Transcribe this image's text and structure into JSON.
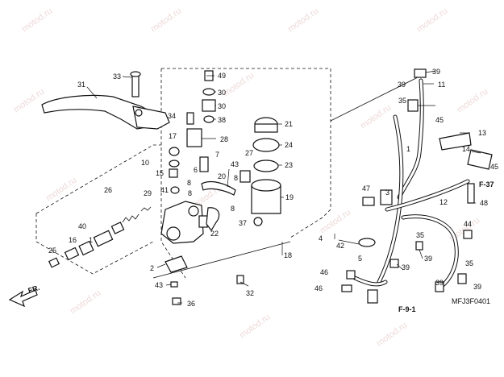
{
  "watermark": "motod.ru",
  "diagram_code": "MFJ3F0401",
  "direction_label": "FR.",
  "ref_codes": {
    "f37": "F-37",
    "f91": "F-9-1"
  },
  "callouts": {
    "c1": "1",
    "c2": "2",
    "c3": "3",
    "c4": "4",
    "c5": "5",
    "c6": "6",
    "c7": "7",
    "c8a": "8",
    "c8b": "8",
    "c10": "10",
    "c11": "11",
    "c12": "12",
    "c13": "13",
    "c14": "14",
    "c15": "15",
    "c16": "16",
    "c17": "17",
    "c18": "18",
    "c19": "19",
    "c20": "20",
    "c21": "21",
    "c22": "22",
    "c23": "23",
    "c24": "24",
    "c25": "25",
    "c26": "26",
    "c27": "27",
    "c28": "28",
    "c29": "29",
    "c30": "30",
    "c31": "31",
    "c32": "32",
    "c33": "33",
    "c34": "34",
    "c35a": "35",
    "c35b": "35",
    "c35c": "35",
    "c36": "36",
    "c37": "37",
    "c38": "38",
    "c39a": "39",
    "c39b": "39",
    "c39c": "39",
    "c39d": "39",
    "c39e": "39",
    "c40": "40",
    "c41": "41",
    "c42": "42",
    "c43a": "43",
    "c43b": "43",
    "c44": "44",
    "c45a": "45",
    "c45b": "45",
    "c46a": "46",
    "c46b": "46",
    "c47": "47",
    "c48": "48",
    "c49": "49"
  }
}
